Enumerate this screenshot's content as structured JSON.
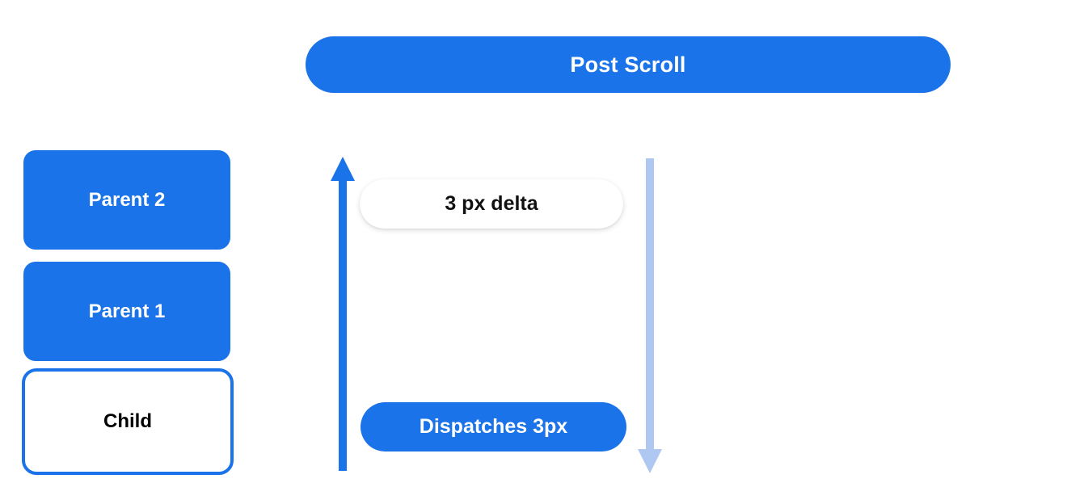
{
  "header": {
    "title": "Post Scroll"
  },
  "stack": {
    "boxes": [
      {
        "label": "Parent 2",
        "style": "filled"
      },
      {
        "label": "Parent 1",
        "style": "filled"
      },
      {
        "label": "Child",
        "style": "outlined"
      }
    ]
  },
  "diagram": {
    "delta_pill": "3 px delta",
    "dispatch_pill": "Dispatches 3px",
    "arrows": [
      {
        "name": "scroll-up-arrow",
        "direction": "up",
        "color": "#1a73e8"
      },
      {
        "name": "scroll-down-arrow",
        "direction": "down",
        "color": "#aec8f2"
      }
    ]
  },
  "colors": {
    "primary_blue": "#1a73e8",
    "light_blue": "#aec8f2",
    "background": "#ffffff",
    "text_dark": "#111111",
    "text_light": "#ffffff"
  }
}
